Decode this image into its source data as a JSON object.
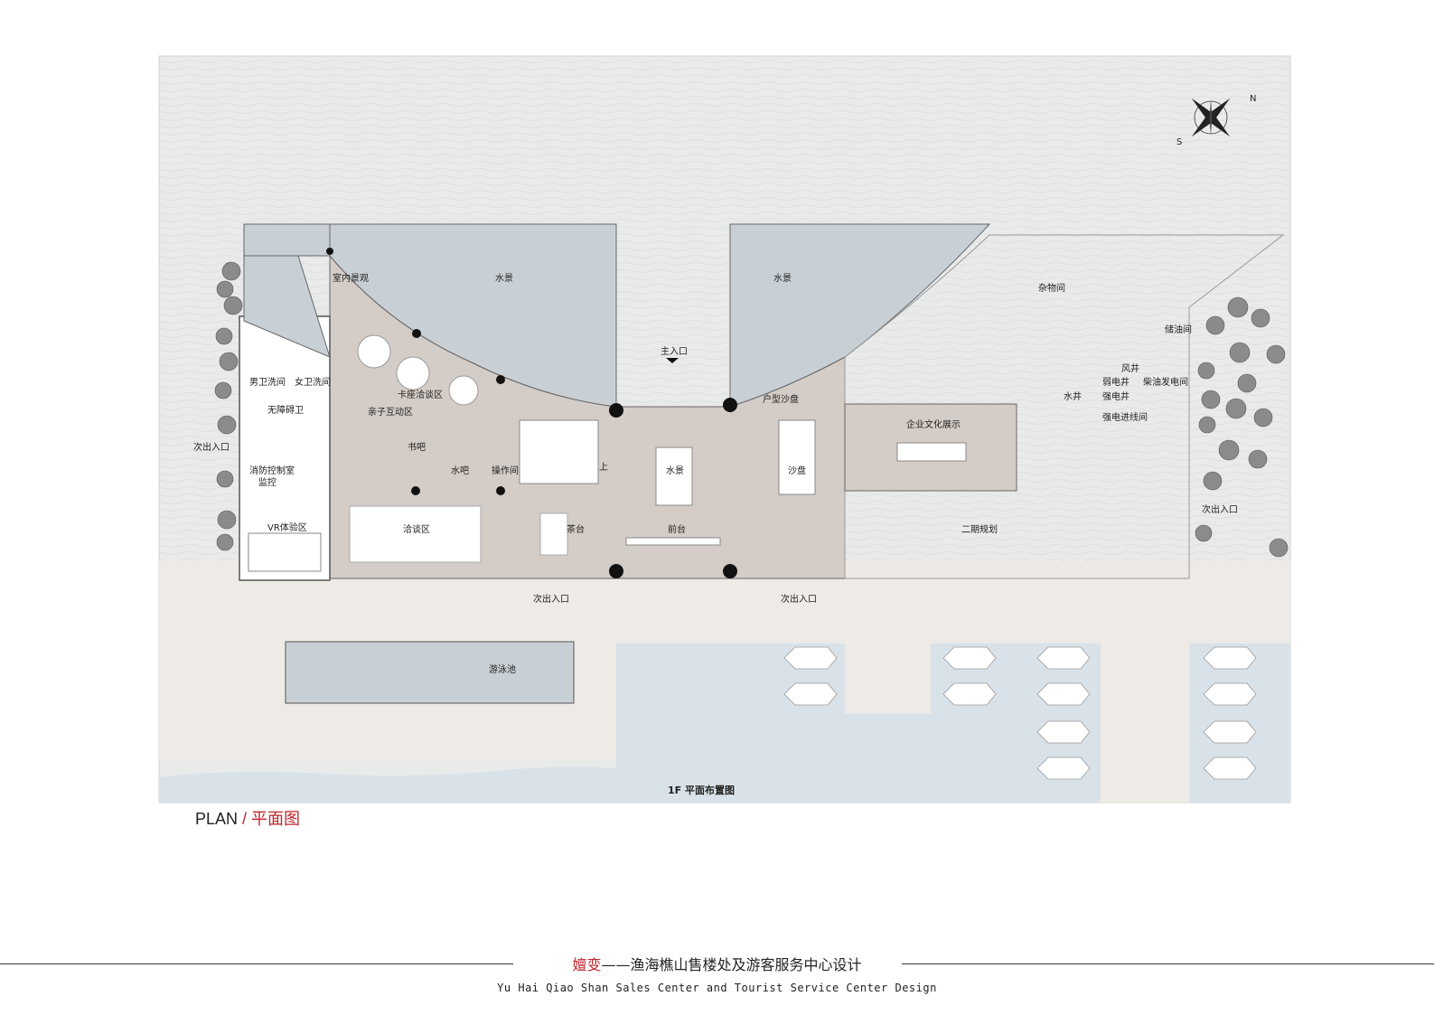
{
  "plan": {
    "rooms": {
      "indoor_landscape": "室内景观",
      "water_left": "水景",
      "water_right": "水景",
      "main_entrance": "主入口",
      "storage": "杂物间",
      "oil_storage": "储油间",
      "wind_shaft": "风井",
      "weak_elec_shaft": "弱电井",
      "strong_elec_shaft": "强电井",
      "diesel_gen": "柴油发电间",
      "water_shaft": "水井",
      "strong_elec_room": "强电进线间",
      "mens_wc": "男卫洗间",
      "womens_wc": "女卫洗间",
      "accessible_wc": "无障碍卫",
      "booth_area": "卡座洽谈区",
      "kids_area": "亲子互动区",
      "unit_model": "户型沙盘",
      "side_entrance_left": "次出入口",
      "book_bar": "书吧",
      "water_bar": "水吧",
      "operation_room": "操作间",
      "stair_up": "上",
      "water_center": "水景",
      "sand_table": "沙盘",
      "culture_display": "企业文化展示",
      "fire_control": "消防控制室",
      "monitor": "监控",
      "vr_area": "VR体验区",
      "negotiation_area": "洽谈区",
      "tea_table": "茶台",
      "reception": "前台",
      "phase_two": "二期规划",
      "side_entrance_right": "次出入口",
      "side_entrance_bottom_1": "次出入口",
      "side_entrance_bottom_2": "次出入口",
      "pool": "游泳池",
      "plan_title": "1F 平面布置图"
    },
    "compass": {
      "n": "N",
      "s": "S"
    }
  },
  "caption": {
    "en": "PLAN",
    "sep": " / ",
    "cn": "平面图"
  },
  "footer": {
    "title_red": "嬗变",
    "title_dash": "——",
    "title_main": "渔海樵山售楼处及游客服务中心设计",
    "subtitle": "Yu Hai Qiao Shan Sales Center and Tourist Service Center Design"
  },
  "colors": {
    "sea": "#e9ebeb",
    "water_feature": "#c9d0d5",
    "interior": "#d4ccc6",
    "deck": "#eeeae5",
    "lake": "#d9e2e8",
    "accent_red": "#c0262c"
  }
}
